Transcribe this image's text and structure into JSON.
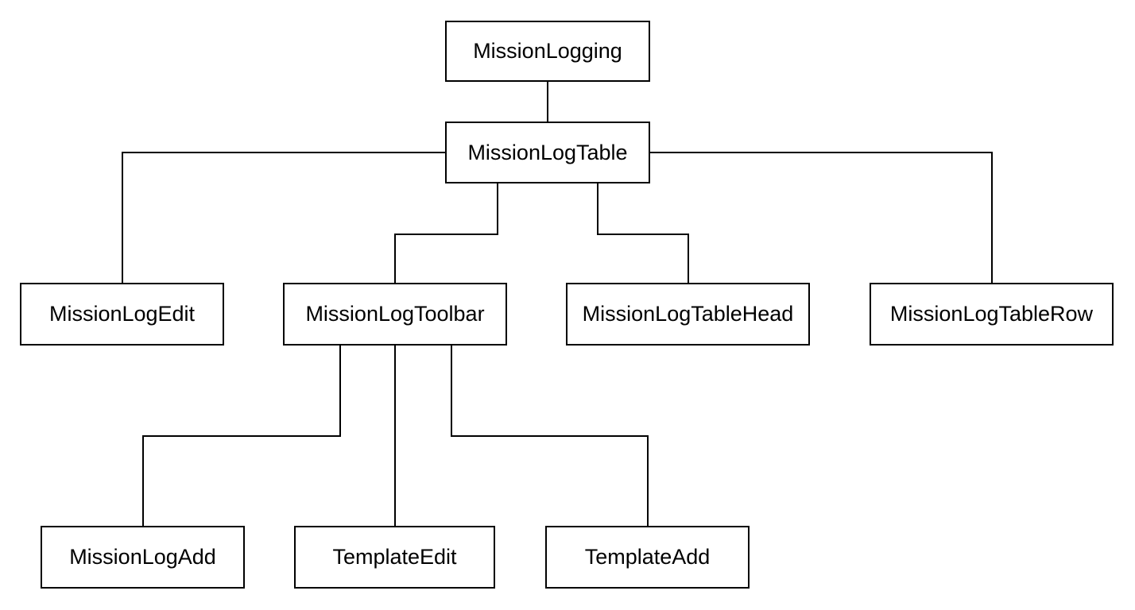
{
  "diagram": {
    "nodes": [
      {
        "id": "mission_logging",
        "label": "MissionLogging"
      },
      {
        "id": "mission_log_table",
        "label": "MissionLogTable"
      },
      {
        "id": "mission_log_edit",
        "label": "MissionLogEdit"
      },
      {
        "id": "mission_log_toolbar",
        "label": "MissionLogToolbar"
      },
      {
        "id": "mission_log_table_head",
        "label": "MissionLogTableHead"
      },
      {
        "id": "mission_log_table_row",
        "label": "MissionLogTableRow"
      },
      {
        "id": "mission_log_add",
        "label": "MissionLogAdd"
      },
      {
        "id": "template_edit",
        "label": "TemplateEdit"
      },
      {
        "id": "template_add",
        "label": "TemplateAdd"
      }
    ],
    "edges": [
      {
        "from": "mission_logging",
        "to": "mission_log_table"
      },
      {
        "from": "mission_log_table",
        "to": "mission_log_edit"
      },
      {
        "from": "mission_log_table",
        "to": "mission_log_toolbar"
      },
      {
        "from": "mission_log_table",
        "to": "mission_log_table_head"
      },
      {
        "from": "mission_log_table",
        "to": "mission_log_table_row"
      },
      {
        "from": "mission_log_toolbar",
        "to": "mission_log_add"
      },
      {
        "from": "mission_log_toolbar",
        "to": "template_edit"
      },
      {
        "from": "mission_log_toolbar",
        "to": "template_add"
      }
    ]
  }
}
